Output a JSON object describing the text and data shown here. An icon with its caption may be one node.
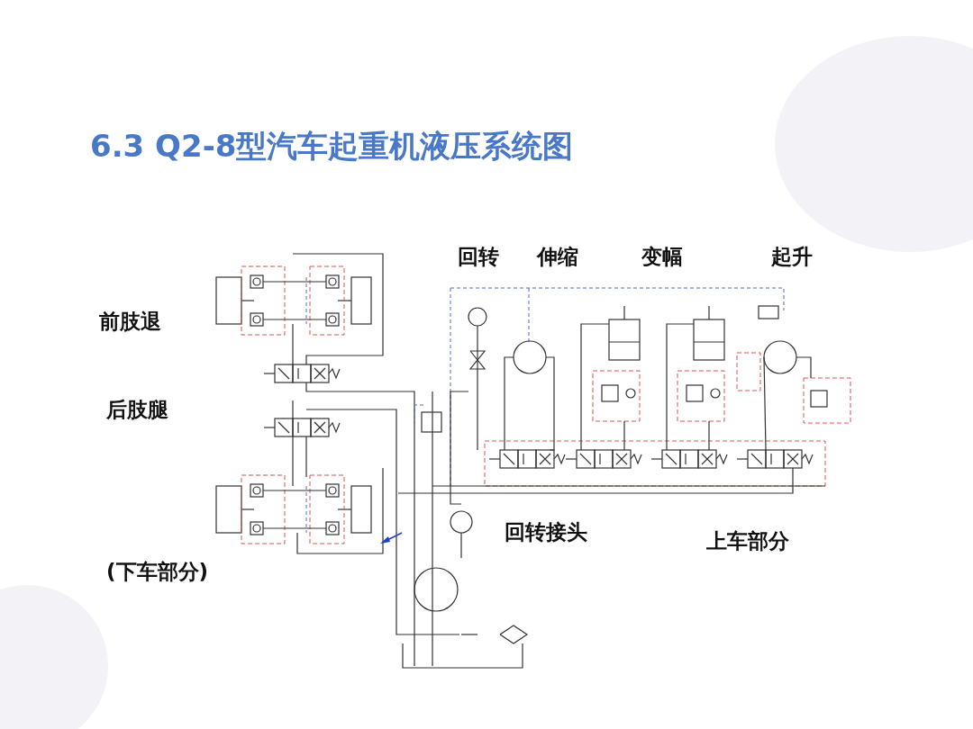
{
  "diagram": {
    "title": "6.3 Q2-8型汽车起重机液压系统图",
    "labels": [
      "回转",
      "伸缩",
      "变幅",
      "起升",
      "前肢退",
      "后肢腿",
      "回转接头",
      "上车部分",
      "(下车部分)"
    ]
  }
}
